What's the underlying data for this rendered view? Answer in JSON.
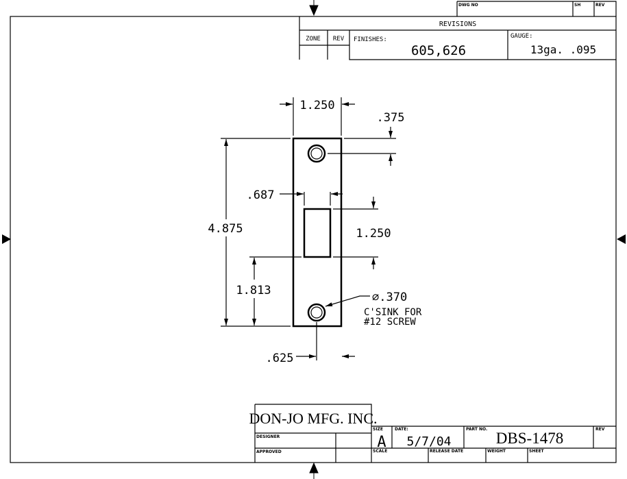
{
  "title_strip": {
    "dwg_no_label": "DWG NO",
    "sh_label": "SH",
    "rev_label": "REV"
  },
  "revisions": {
    "title": "REVISIONS",
    "zone_label": "ZONE",
    "rev_label": "REV",
    "finishes_label": "FINISHES:",
    "finishes_value": "605,626",
    "gauge_label": "GAUGE:",
    "gauge_value": "13ga. .095"
  },
  "dimensions": {
    "width": "1.250",
    "top_hole_offset": ".375",
    "slot_offset": ".687",
    "overall_height": "4.875",
    "slot_height": "1.250",
    "slot_bottom": "1.813",
    "hole_center": ".625",
    "hole_diameter": "∅.370",
    "note_line1": "C'SINK FOR",
    "note_line2": "#12 SCREW"
  },
  "title_block": {
    "company": "DON-JO MFG. INC.",
    "designer_label": "DESIGNER",
    "approved_label": "APPROVED",
    "size_label": "SIZE",
    "size_value": "A",
    "date_label": "DATE:",
    "date_value": "5/7/04",
    "part_no_label": "PART NO.",
    "part_no_value": "DBS-1478",
    "rev_label": "REV",
    "scale_label": "SCALE",
    "release_date_label": "RELEASE DATE",
    "weight_label": "WEIGHT",
    "sheet_label": "SHEET"
  }
}
